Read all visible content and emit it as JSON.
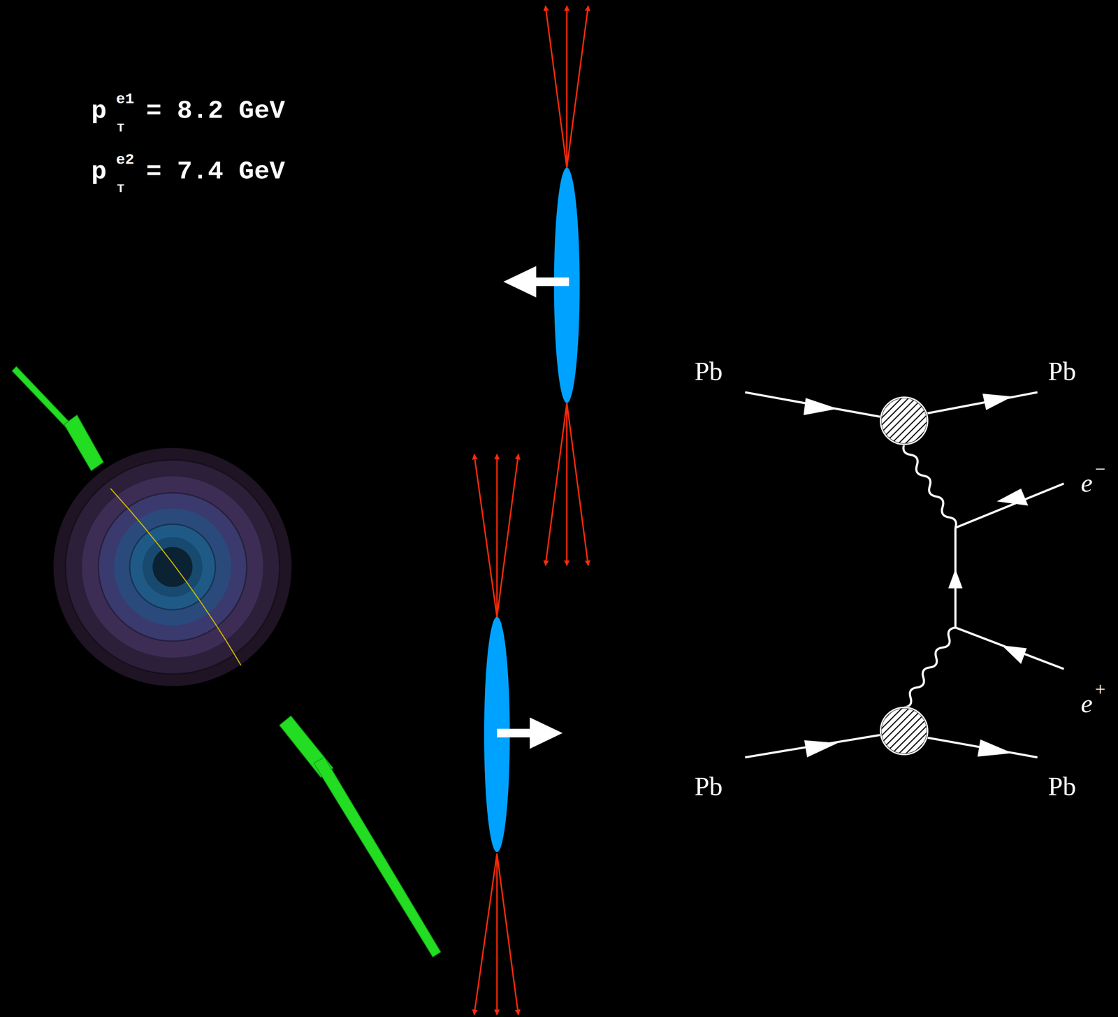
{
  "diagram": {
    "labels": [
      "p",
      "e1",
      "T",
      "= 8.2 GeV",
      "p",
      "e2",
      "T",
      "= 7.4 GeV",
      "Pb",
      "Pb",
      "e",
      "−",
      "e",
      "+",
      "Pb",
      "Pb"
    ]
  }
}
